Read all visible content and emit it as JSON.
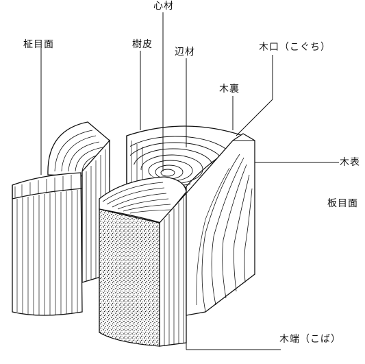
{
  "labels": {
    "heartwood": "心材",
    "quartersawn_face": "柾目面",
    "bark": "樹皮",
    "sapwood": "辺材",
    "end_grain": "木口（こぐち）",
    "wood_back": "木裏",
    "wood_front": "木表",
    "flatsawn_face": "板目面",
    "wood_edge": "木端（こば）"
  },
  "colors": {
    "ink": "#111111",
    "background": "#ffffff"
  }
}
